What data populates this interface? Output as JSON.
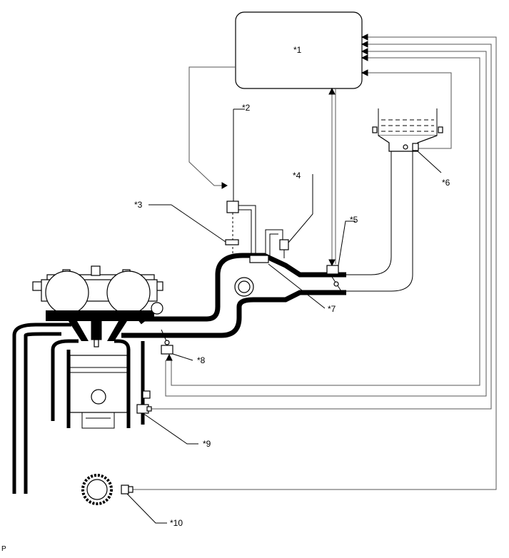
{
  "labels": {
    "l1": "*1",
    "l2": "*2",
    "l3": "*3",
    "l4": "*4",
    "l5": "*5",
    "l6": "*6",
    "l7": "*7",
    "l8": "*8",
    "l9": "*9",
    "l10": "*10"
  },
  "footer": "P"
}
